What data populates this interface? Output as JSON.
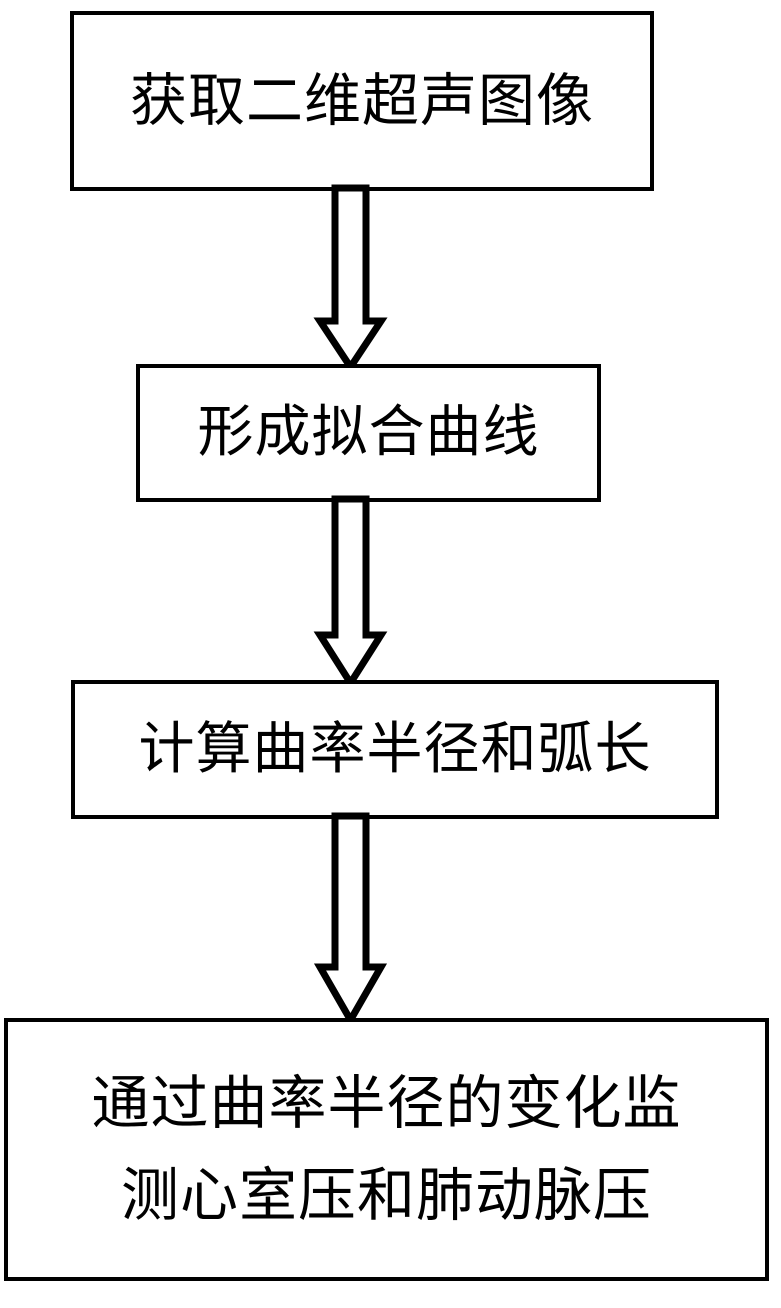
{
  "diagram": {
    "title": "ultrasound-curvature-pressure-monitoring-flowchart",
    "type": "flowchart",
    "orientation": "vertical",
    "colors": {
      "stroke": "#000000",
      "fill": "#ffffff",
      "text": "#000000"
    },
    "nodes": [
      {
        "id": "step-1",
        "shape": "rectangle",
        "label": "获取二维超声图像",
        "lines": [
          "获取二维超声图像"
        ]
      },
      {
        "id": "step-2",
        "shape": "rectangle",
        "label": "形成拟合曲线",
        "lines": [
          "形成拟合曲线"
        ]
      },
      {
        "id": "step-3",
        "shape": "rectangle",
        "label": "计算曲率半径和弧长",
        "lines": [
          "计算曲率半径和弧长"
        ]
      },
      {
        "id": "step-4",
        "shape": "rectangle",
        "label": "通过曲率半径的变化监测心室压和肺动脉压",
        "lines": [
          "通过曲率半径的变化监",
          "测心室压和肺动脉压"
        ]
      }
    ],
    "connectors": [
      {
        "id": "arrow-1",
        "from": "step-1",
        "to": "step-2",
        "style": "hollow-block-arrow",
        "direction": "down"
      },
      {
        "id": "arrow-2",
        "from": "step-2",
        "to": "step-3",
        "style": "hollow-block-arrow",
        "direction": "down"
      },
      {
        "id": "arrow-3",
        "from": "step-3",
        "to": "step-4",
        "style": "hollow-block-arrow",
        "direction": "down"
      }
    ]
  }
}
